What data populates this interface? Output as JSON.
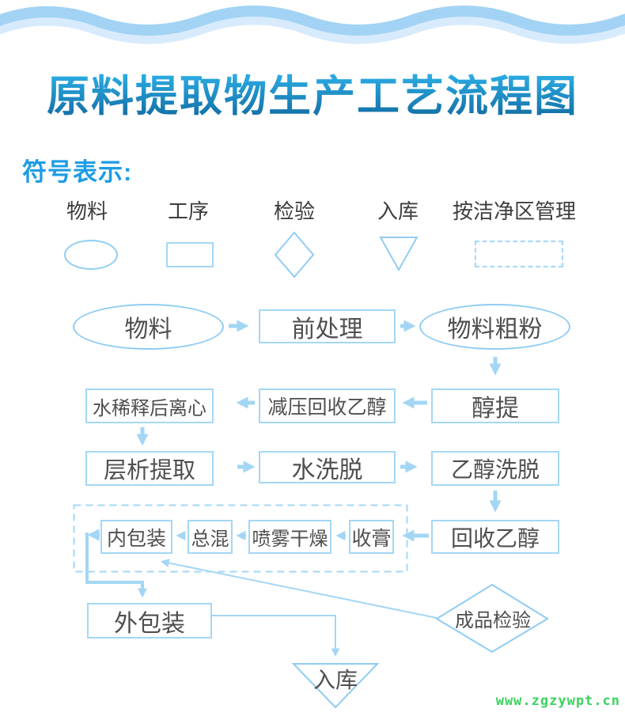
{
  "header": {
    "title": "原料提取物生产工艺流程图",
    "symbols_label": "符号表示:"
  },
  "legend": {
    "items": [
      {
        "label": "物料",
        "shape": "ellipse-icon"
      },
      {
        "label": "工序",
        "shape": "rect-icon"
      },
      {
        "label": "检验",
        "shape": "diamond-icon"
      },
      {
        "label": "入库",
        "shape": "triangle-icon"
      },
      {
        "label": "按洁净区管理",
        "shape": "dashed-rect-icon"
      }
    ]
  },
  "flow": {
    "nodes": {
      "wuliao": "物料",
      "qianchuli": "前处理",
      "wuliaocufen": "物料粗粉",
      "chunti": "醇提",
      "jianya_huishou": "减压回收乙醇",
      "shuixishi_lixin": "水稀释后离心",
      "cengxi_tiqu": "层析提取",
      "shui_xituo": "水洗脱",
      "yichun_xituo": "乙醇洗脱",
      "huishou_yichun": "回收乙醇",
      "shougao": "收膏",
      "penwu_ganzao": "喷雾干燥",
      "zonghun": "总混",
      "nei_baozhuang": "内包装",
      "wai_baozhuang": "外包装",
      "ruku": "入库",
      "chengpin_jianyan": "成品检验"
    }
  },
  "footer": {
    "watermark": "www.zgzywpt.cn"
  },
  "colors": {
    "accent_blue": "#1c9ce4",
    "title_top": "#2aa9e0",
    "title_bottom": "#10679f",
    "shape_stroke": "#8fccf3",
    "box_stroke": "#a4d7f5",
    "arrow": "#a3d6f4",
    "text_dark": "#4f4f4f",
    "wave_medium": "#a3d3f4",
    "wave_light": "#d7ebfc",
    "watermark_green": "#3bd35e"
  }
}
